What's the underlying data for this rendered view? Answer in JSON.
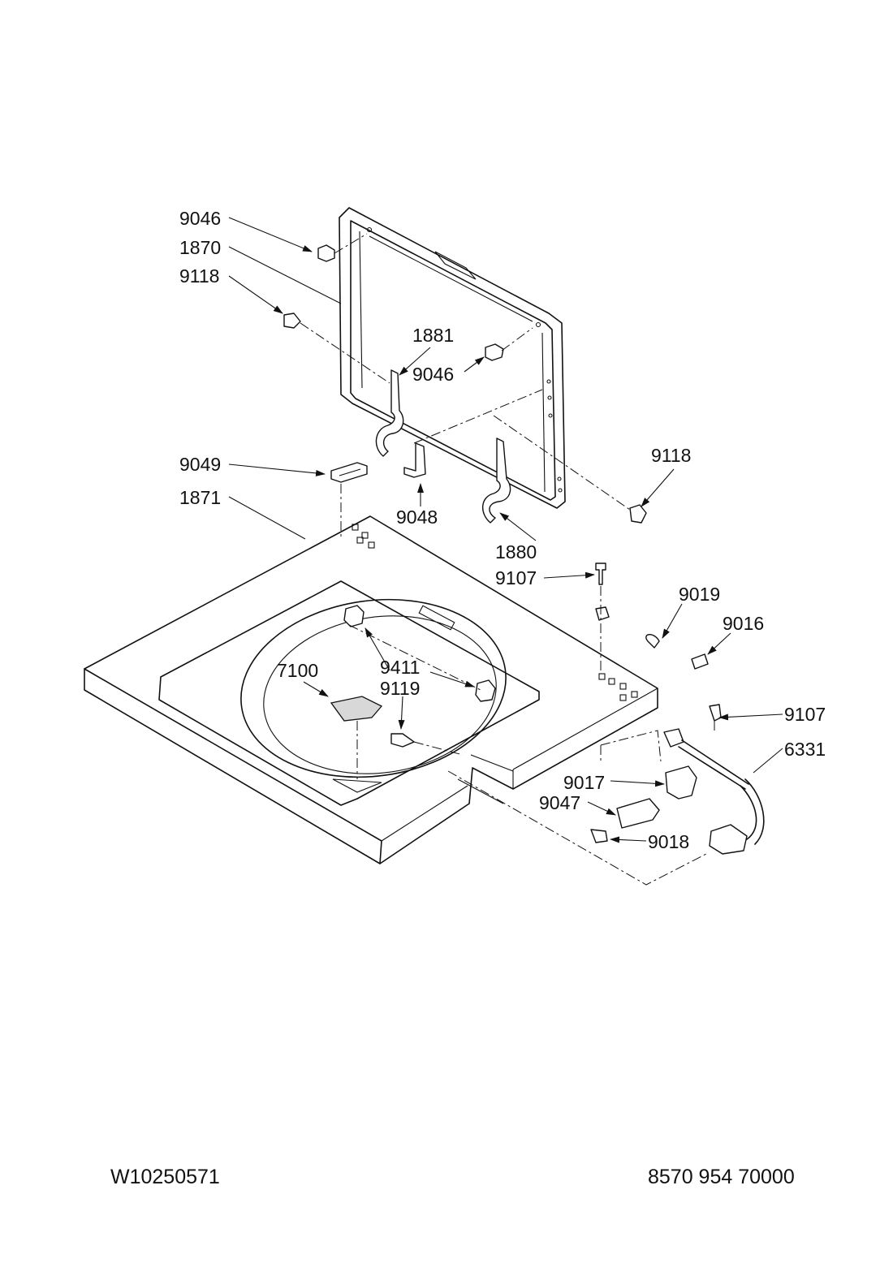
{
  "labels": {
    "l9046a": "9046",
    "l1870": "1870",
    "l9118a": "9118",
    "l1881": "1881",
    "l9046b": "9046",
    "l9049": "9049",
    "l1871": "1871",
    "l9048": "9048",
    "l1880": "1880",
    "l9118b": "9118",
    "l9107a": "9107",
    "l9019": "9019",
    "l9016": "9016",
    "l7100": "7100",
    "l9411": "9411",
    "l9119": "9119",
    "l9107b": "9107",
    "l6331": "6331",
    "l9017": "9017",
    "l9047": "9047",
    "l9018": "9018"
  },
  "footer": {
    "doc_id": "W10250571",
    "doc_number": "8570 954 70000"
  }
}
